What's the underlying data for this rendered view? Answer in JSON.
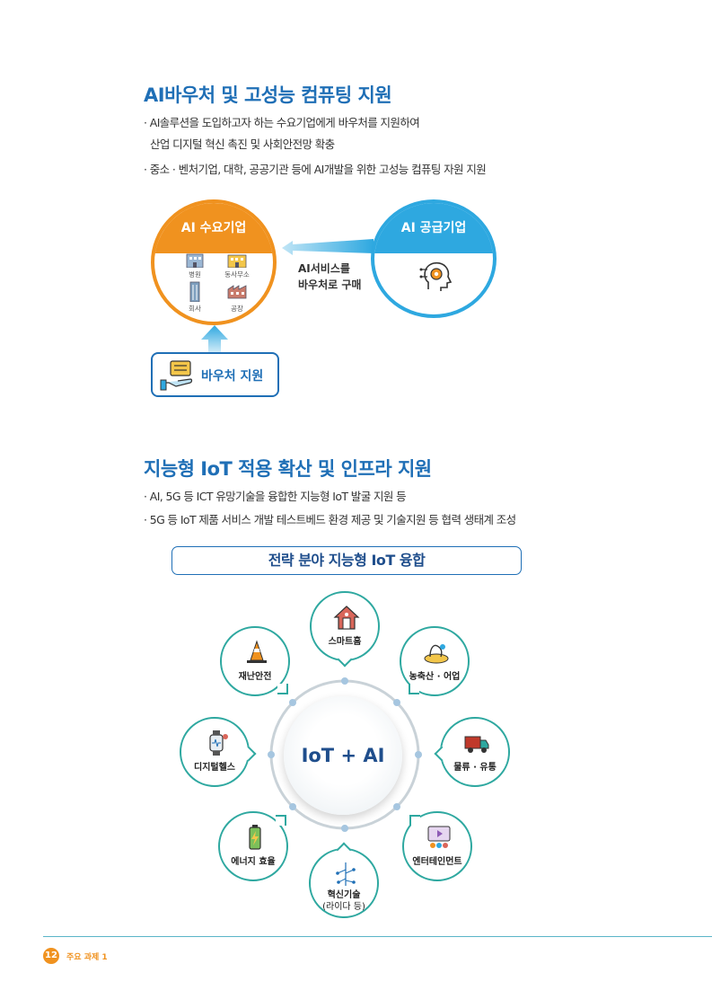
{
  "section1": {
    "title": "AI바우처 및 고성능 컴퓨팅 지원",
    "bullet1_line1": "· AI솔루션을 도입하고자 하는 수요기업에게 바우처를 지원하여",
    "bullet1_line2": "산업 디지털 혁신 촉진 및 사회안전망 확충",
    "bullet2": "· 중소 · 벤처기업, 대학, 공공기관 등에 AI개발을 위한 고성능 컴퓨팅 자원 지원",
    "demand": {
      "title": "AI 수요기업",
      "items": [
        "병원",
        "동사무소",
        "회사",
        "공장"
      ]
    },
    "supply": {
      "title": "AI 공급기업"
    },
    "arrow_line1": "AI서비스를",
    "arrow_line2": "바우처로 구매",
    "voucher": "바우처 지원"
  },
  "section2": {
    "title": "지능형 IoT 적용 확산 및 인프라 지원",
    "bullet1": "· AI, 5G 등 ICT 유망기술을 융합한 지능형 IoT 발굴 지원 등",
    "bullet2": "· 5G 등 IoT 제품 서비스 개발 테스트베드 환경 제공 및 기술지원 등 협력 생태계 조성",
    "strategy_title": "전략 분야 지능형 IoT 융합",
    "hub": "IoT + AI",
    "fields": {
      "smart_home": "스마트홈",
      "agri": "농축산 · 어업",
      "logistics": "물류 · 유통",
      "entertainment": "엔터테인먼트",
      "innovation_line1": "혁신기술",
      "innovation_line2": "(라이다 등)",
      "energy": "에너지 효율",
      "health": "디지털헬스",
      "disaster": "재난안전"
    }
  },
  "footer": {
    "page": "12",
    "label": "주요 과제 1"
  },
  "colors": {
    "blue": "#1f6fb6",
    "orange": "#f0921f",
    "sky": "#2ea8e0",
    "teal": "#2ea8a0"
  }
}
